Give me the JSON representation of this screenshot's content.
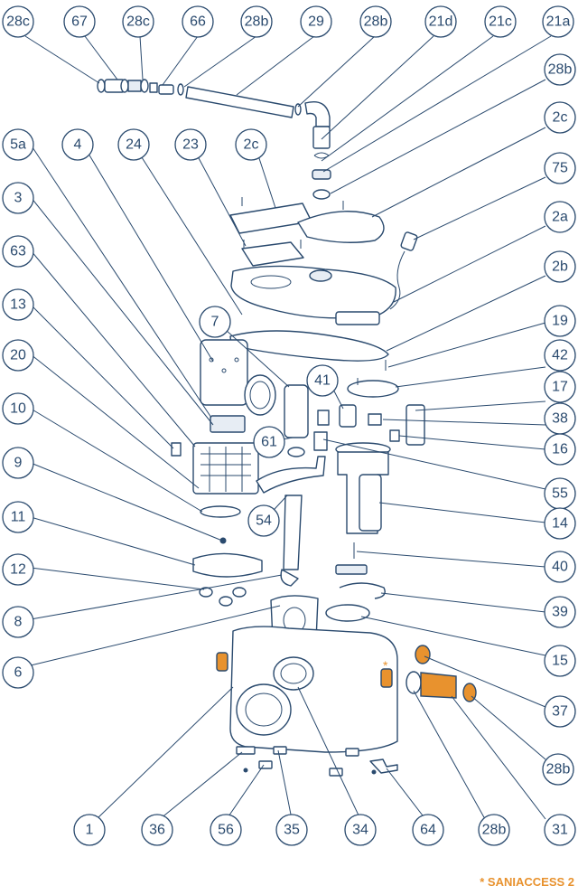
{
  "callouts": [
    "28c",
    "67",
    "28c",
    "66",
    "28b",
    "29",
    "28b",
    "21d",
    "21c",
    "21a",
    "28b",
    "2c",
    "75",
    "2a",
    "2b",
    "19",
    "42",
    "17",
    "38",
    "16",
    "55",
    "14",
    "40",
    "39",
    "15",
    "37",
    "28b",
    "31",
    "28b",
    "64",
    "34",
    "35",
    "56",
    "36",
    "1",
    "6",
    "8",
    "12",
    "11",
    "9",
    "10",
    "20",
    "13",
    "63",
    "3",
    "5a",
    "4",
    "24",
    "23",
    "2c",
    "7",
    "41",
    "61",
    "54"
  ],
  "asterisk": "*",
  "footnote": "* SANIACCESS 2",
  "colors": {
    "line": "#2a4a6e",
    "highlight": "#e8922e"
  }
}
